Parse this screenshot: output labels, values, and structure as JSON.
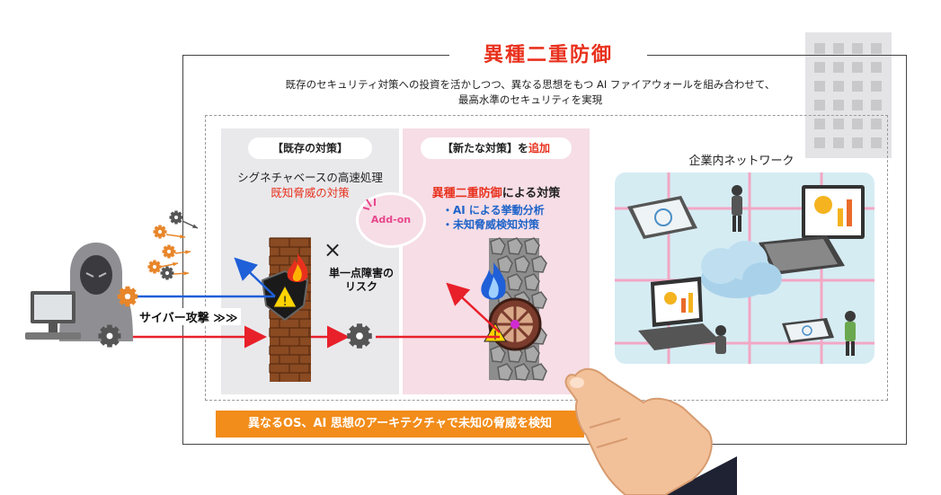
{
  "title": "異種二重防御",
  "subtitle_line1": "既存のセキュリティ対策への投資を活かしつつ、異なる思想をもつ AI ファイアウォールを組み合わせて、",
  "subtitle_line2": "最高水準のセキュリティを実現",
  "existing": {
    "label": "【既存の対策】",
    "desc": "シグネチャベースの高速処理",
    "desc_red": "既知脅威の対策"
  },
  "new_measure": {
    "label": "【新たな対策】を",
    "label_red": "追加",
    "desc_red": "異種二重防御",
    "desc": "による対策",
    "bullet1": "・AI による挙動分析",
    "bullet2": "・未知脅威検知対策"
  },
  "addon": "Add-on",
  "cross_mark": "×",
  "spof_line1": "単一点障害の",
  "spof_line2": "リスク",
  "attack_label": "サイバー攻撃 ≫≫",
  "network_title": "企業内ネットワーク",
  "banner": "異なるOS、AI 思想のアーキテクチャで未知の脅威を検知",
  "colors": {
    "accent_red": "#e8311d",
    "addon_pink": "#e9468c",
    "banner_orange": "#f28c1a",
    "blue_text": "#1d63c9",
    "attack_red": "#e8202a",
    "attack_blue": "#1f5fd8"
  }
}
